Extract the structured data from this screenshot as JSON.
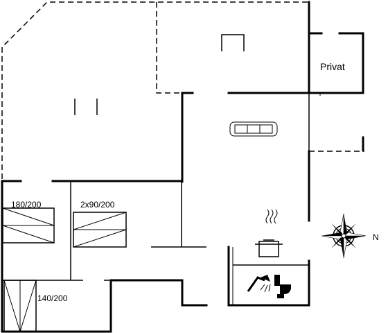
{
  "rooms": {
    "privat": "Privat",
    "bed_1": "180/200",
    "bed_2": "2x90/200",
    "bed_3": "140/200"
  },
  "compass": {
    "north": "N"
  },
  "icons": {
    "sofa": "sofa-icon",
    "stove": "stove-pot-icon",
    "shower": "shower-icon",
    "toilet": "toilet-icon",
    "compass": "compass-rose-icon"
  }
}
